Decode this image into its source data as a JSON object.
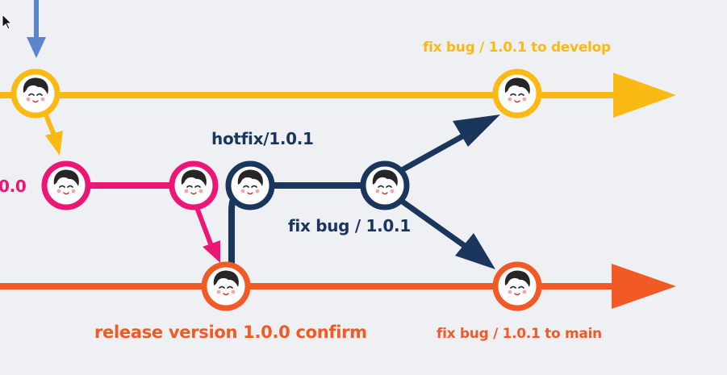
{
  "colors": {
    "develop": "#fbb914",
    "release": "#ec1676",
    "hotfix": "#1b365d",
    "main": "#f15a24",
    "feature": "#5b86cc",
    "background": "#eff0f3"
  },
  "labels": {
    "develop_commit": "fix bug / 1.0.1 to develop",
    "hotfix_branch": "hotfix/1.0.1",
    "hotfix_commit": "fix bug / 1.0.1",
    "release_confirm": "release version 1.0.0 confirm",
    "main_commit": "fix bug / 1.0.1 to main",
    "release_branch_partial": "0.0"
  },
  "icons": {
    "commit_avatar": "avatar-face-icon",
    "cursor": "mouse-cursor-icon"
  }
}
